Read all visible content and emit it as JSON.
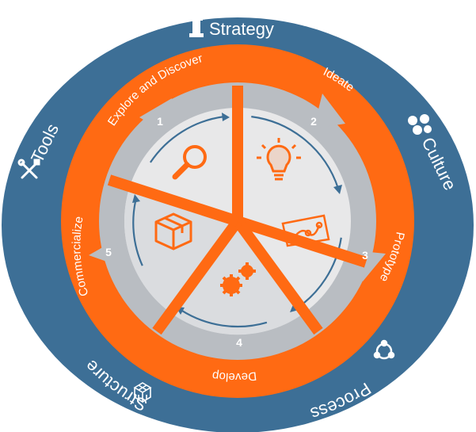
{
  "outer_ring": {
    "items": [
      {
        "label": "Strategy",
        "icon": "chess-rook-icon"
      },
      {
        "label": "Culture",
        "icon": "people-cluster-icon"
      },
      {
        "label": "Process",
        "icon": "process-cycle-icon"
      },
      {
        "label": "Structure",
        "icon": "cube-blocks-icon"
      },
      {
        "label": "Tools",
        "icon": "tools-icon"
      }
    ]
  },
  "stages": [
    {
      "number": "1",
      "label": "Explore and Discover",
      "icon": "magnifier-icon"
    },
    {
      "number": "2",
      "label": "Ideate",
      "icon": "lightbulb-icon"
    },
    {
      "number": "3",
      "label": "Prototype",
      "icon": "flow-map-icon"
    },
    {
      "number": "4",
      "label": "Develop",
      "icon": "gears-icon"
    },
    {
      "number": "5",
      "label": "Commercialize",
      "icon": "package-box-icon"
    }
  ],
  "colors": {
    "outer_ring": "#3d6f96",
    "orange": "#ff6a13",
    "arrow_gray": "#b9bdc2",
    "wedge": "#e8e8e9",
    "wedge_edge": "#d3d5d8",
    "inner_arrow": "#3d6f96",
    "icon": "#ff6a13"
  }
}
